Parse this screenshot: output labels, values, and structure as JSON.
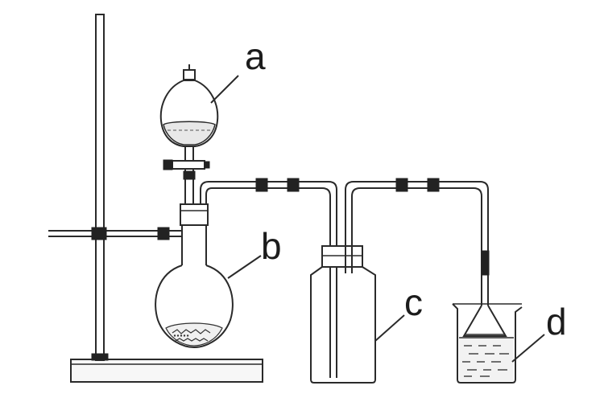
{
  "labels": {
    "a": "a",
    "b": "b",
    "c": "c",
    "d": "d"
  },
  "colors": {
    "line": "#2a2a2a",
    "background": "#ffffff"
  }
}
